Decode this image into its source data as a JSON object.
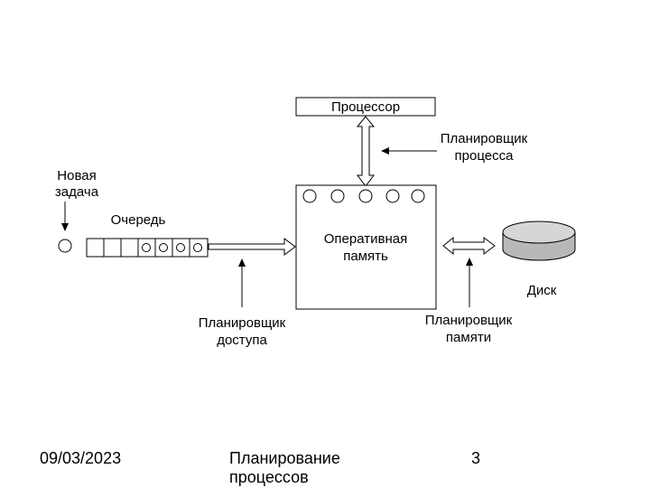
{
  "diagram": {
    "processor": "Процессор",
    "process_scheduler": [
      "Планировщик",
      "процесса"
    ],
    "new_task": [
      "Новая",
      "задача"
    ],
    "queue": "Очередь",
    "ram": [
      "Оперативная",
      "память"
    ],
    "disk": "Диск",
    "access_scheduler": [
      "Планировщик",
      "доступа"
    ],
    "memory_scheduler": [
      "Планировщик",
      "памяти"
    ]
  },
  "footer": {
    "date": "09/03/2023",
    "title_line1": "Планирование",
    "title_line2": "процессов",
    "page": "3"
  }
}
